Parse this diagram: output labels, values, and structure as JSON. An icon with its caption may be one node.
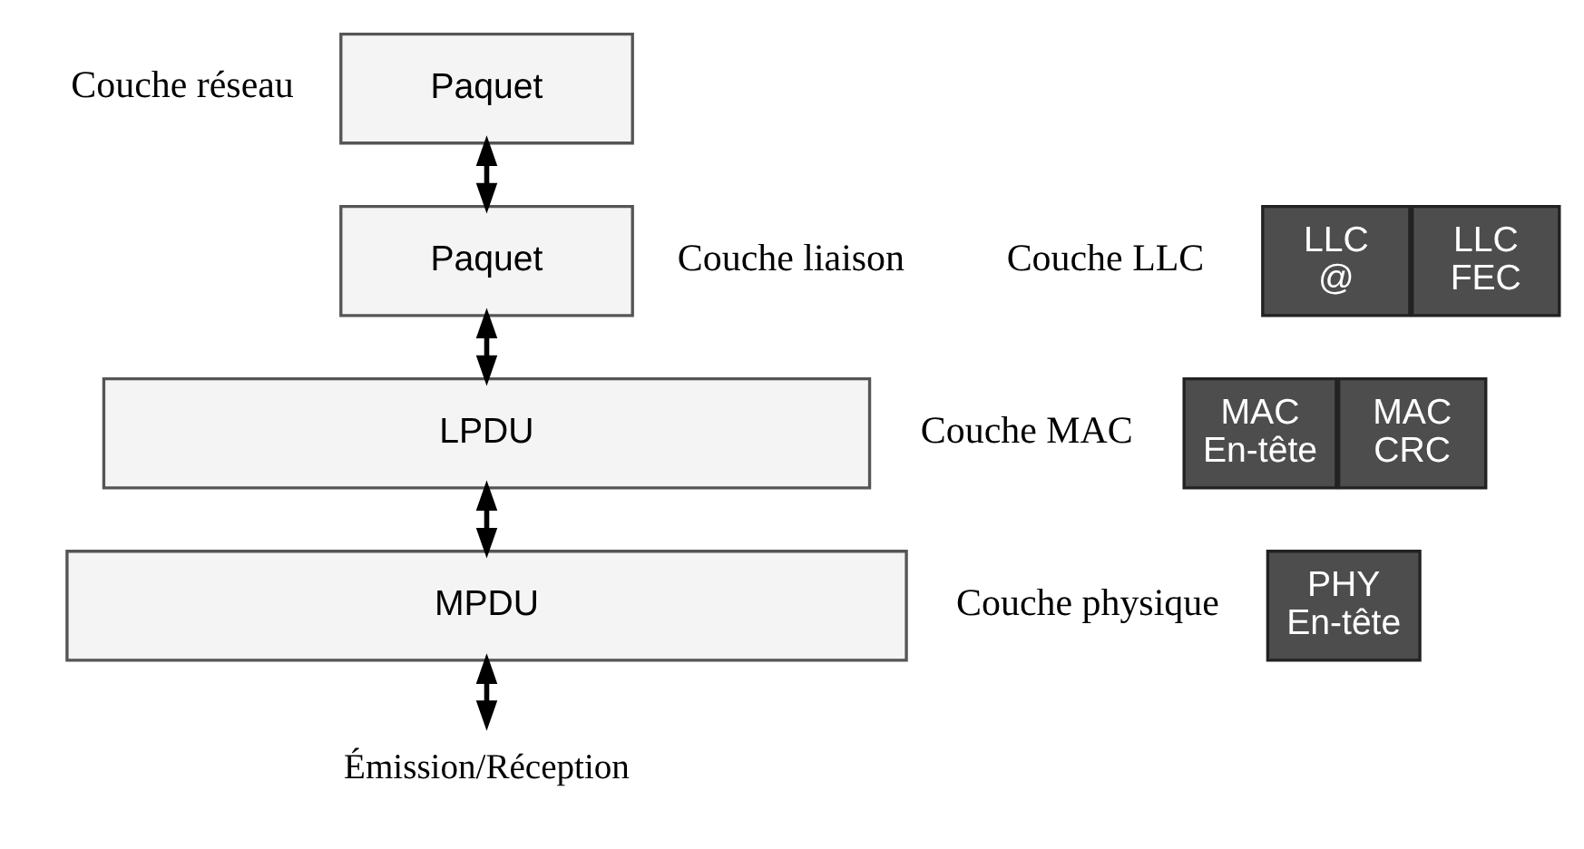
{
  "diagram": {
    "nodes": [
      {
        "text": [
          "Paquet"
        ]
      },
      {
        "text": [
          "LLC",
          "@"
        ]
      },
      {
        "text": [
          "Paquet"
        ]
      },
      {
        "text": [
          "LLC",
          "FEC"
        ]
      },
      {
        "text": [
          "MAC",
          "En-tête"
        ]
      },
      {
        "text": [
          "LPDU"
        ]
      },
      {
        "text": [
          "MAC",
          "CRC"
        ]
      },
      {
        "text": [
          "PHY",
          "En-tête"
        ]
      },
      {
        "text": [
          "MPDU"
        ]
      },
      {
        "text": [
          "Émission/Réception"
        ]
      }
    ],
    "edges": [
      {
        "from": 0,
        "to": 2,
        "arrow": "both"
      },
      {
        "from": 2,
        "to": 5,
        "arrow": "both"
      },
      {
        "from": 5,
        "to": 8,
        "arrow": "both"
      },
      {
        "from": 8,
        "to": 9,
        "arrow": "both"
      }
    ],
    "labels": [
      "Couche réseau",
      "Couche LLC",
      "Couche liaison",
      "Couche MAC",
      "Couche physique"
    ]
  }
}
